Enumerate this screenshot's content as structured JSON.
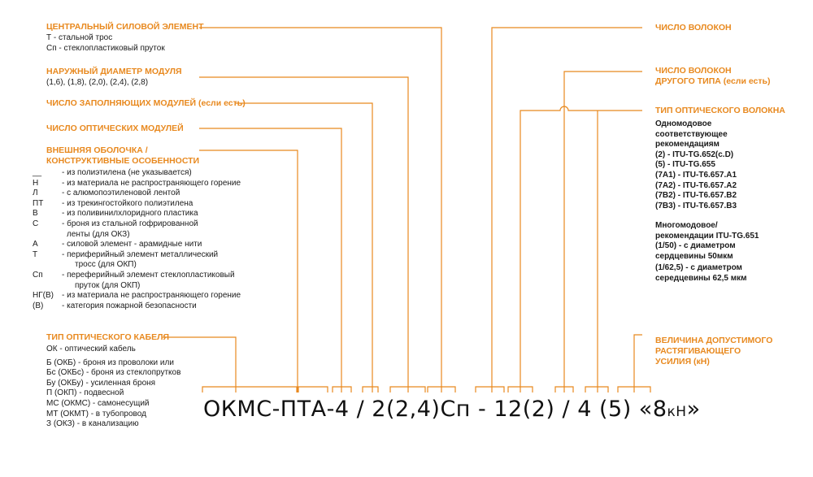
{
  "colors": {
    "accent": "#e8891f",
    "text": "#1a1a1a"
  },
  "left": {
    "central": {
      "title": "ЦЕНТРАЛЬНЫЙ СИЛОВОЙ ЭЛЕМЕНТ",
      "items": [
        "Т - стальной трос",
        "Сп - стеклопластиковый пруток"
      ]
    },
    "diameter": {
      "title": "НАРУЖНЫЙ ДИАМЕТР МОДУЛЯ",
      "text": "(1,6), (1,8), (2,0), (2,4), (2,8)"
    },
    "filler": {
      "title": "ЧИСЛО ЗАПОЛНЯЮЩИХ МОДУЛЕЙ (если есть)"
    },
    "optic_modules": {
      "title": "ЧИСЛО ОПТИЧЕСКИХ МОДУЛЕЙ"
    },
    "sheath": {
      "title_line1": "ВНЕШНЯЯ ОБОЛОЧКА /",
      "title_line2": "КОНСТРУКТИВНЫЕ ОСОБЕННОСТИ",
      "items": [
        {
          "code": "__",
          "desc": "- из полиэтилена (не указывается)"
        },
        {
          "code": "Н",
          "desc": "- из материала не распространяющего горение"
        },
        {
          "code": "Л",
          "desc": "- с алюмопоэтиленовой лентой"
        },
        {
          "code": "ПТ",
          "desc": "- из трекингостойкого полиэтилена"
        },
        {
          "code": "В",
          "desc": "- из поливинилхлоридного пластика"
        },
        {
          "code": "С",
          "desc": "- броня из стальной гофрированной"
        },
        {
          "code": "",
          "desc": "ленты (для ОКЗ)"
        },
        {
          "code": "А",
          "desc": "- силовой элемент - арамидные нити"
        },
        {
          "code": "Т",
          "desc": "- периферийный элемент металлический"
        },
        {
          "code": "",
          "desc": "трocс (для ОКП)"
        },
        {
          "code": "Сп",
          "desc": "- переферийный элемент стеклопластиковый"
        },
        {
          "code": "",
          "desc": "пруток (для ОКП)"
        },
        {
          "code": "НГ(В)",
          "desc": "- из материала не распространяющего горение"
        },
        {
          "code": "(В)",
          "desc": "- категория пожарной безопасности"
        }
      ]
    },
    "cable_type": {
      "title": "ТИП ОПТИЧЕСКОГО КАБЕЛЯ",
      "items": [
        "ОК - оптический кабель",
        "Б (ОКБ) - броня из проволоки или",
        "Бс (ОКБс) - броня из стеклопрутков",
        "Бу (ОКБу) - усиленная броня",
        "П (ОКП) - подвесной",
        "МС (ОКМС) - самонесущий",
        "МТ (ОКМТ) - в тубопровод",
        "З (ОКЗ) - в канализацию"
      ]
    }
  },
  "right": {
    "fibers": {
      "title": "ЧИСЛО ВОЛОКОН"
    },
    "fibers_other": {
      "title_line1": "ЧИСЛО ВОЛОКОН",
      "title_line2": "ДРУГОГО ТИПА (если есть)"
    },
    "fiber_type": {
      "title": "ТИП ОПТИЧЕСКОГО ВОЛОКНА",
      "single_mode": [
        "Одномодовое",
        "соответствующее",
        "рекомендациям",
        "(2) - ITU-TG.652(c.D)",
        "(5) - ITU-TG.655",
        "(7А1) - ITU-T6.657.A1",
        "(7А2) - ITU-T6.657.A2",
        "(7В2) - ITU-T6.657.B2",
        "(7В3) - ITU-T6.657.B3"
      ],
      "multi_mode": [
        "Многомодовое/",
        "рекомендации  ITU-TG.651",
        "(1/50) - с диаметром",
        "сердцевины 50мкм",
        "(1/62,5) - с диаметром",
        "середцевины 62,5 мкм"
      ]
    },
    "tension": {
      "title_line1": "ВЕЛИЧИНА ДОПУСТИМОГО",
      "title_line2": "РАСТЯГИВАЮЩЕГО",
      "title_line3": "УСИЛИЯ (кН)"
    }
  },
  "code": {
    "main": "ОКМС-ПТА-4 / 2(2,4)Сп - 12(2) / 4 (5) «8",
    "unit": "кН",
    "close": "»"
  }
}
